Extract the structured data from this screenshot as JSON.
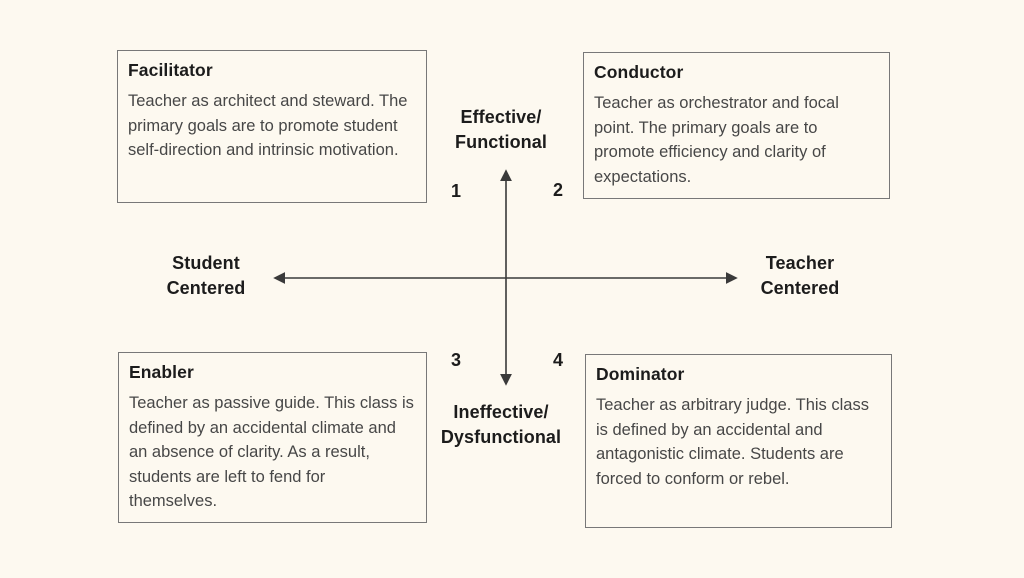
{
  "colors": {
    "background": "#FDF9F0",
    "line": "#3A3A3A",
    "box_border": "#787878",
    "heading_text": "#1C1C1C",
    "body_text": "#474747"
  },
  "axes": {
    "top_label": "Effective/\nFunctional",
    "bottom_label": "Ineffective/\nDysfunctional",
    "left_label": "Student\nCentered",
    "right_label": "Teacher\nCentered"
  },
  "quadrants": {
    "q1": {
      "number": "1",
      "title": "Facilitator",
      "body": "Teacher as architect and steward. The primary goals are to promote student self-direction and intrinsic motivation."
    },
    "q2": {
      "number": "2",
      "title": "Conductor",
      "body": "Teacher as orchestrator and focal point. The primary goals are to promote efficiency and clarity of expectations."
    },
    "q3": {
      "number": "3",
      "title": "Enabler",
      "body": "Teacher as passive guide. This class is defined by an accidental climate and an absence of clarity. As a result, students are left to fend for themselves."
    },
    "q4": {
      "number": "4",
      "title": "Dominator",
      "body": "Teacher as arbitrary judge. This class is defined by an accidental and antagonistic climate. Students are forced to conform or rebel."
    }
  }
}
